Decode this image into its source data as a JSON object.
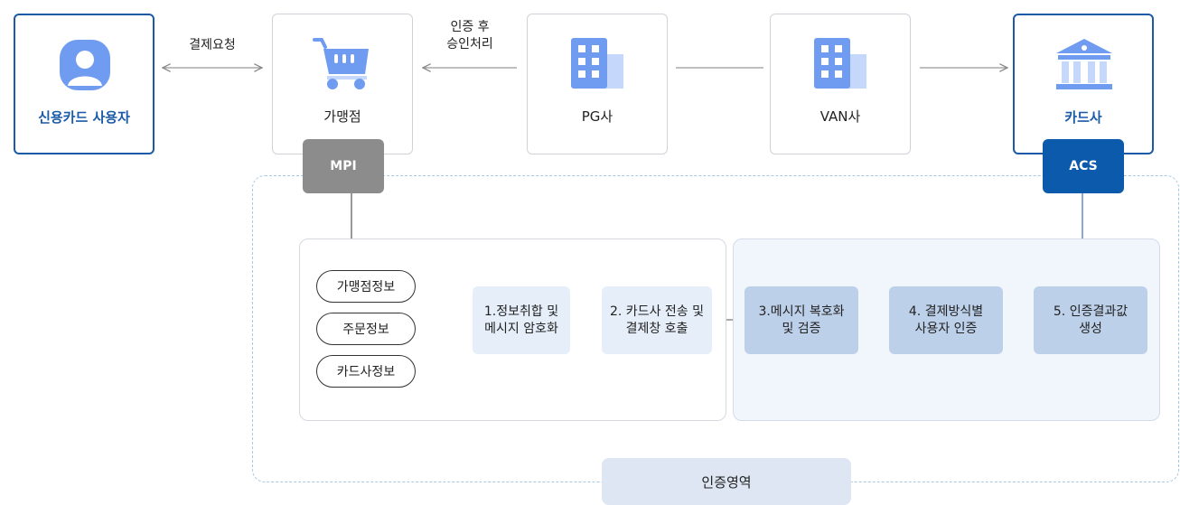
{
  "nodes": {
    "user": {
      "label": "신용카드 사용자"
    },
    "merchant": {
      "label": "가맹점"
    },
    "pg": {
      "label": "PG사"
    },
    "van": {
      "label": "VAN사"
    },
    "card": {
      "label": "카드사"
    }
  },
  "edges": {
    "user_merchant": "결제요청",
    "pg_merchant": "인증 후\n승인처리"
  },
  "tags": {
    "mpi": {
      "label": "MPI",
      "color": "#8c8c8c"
    },
    "acs": {
      "label": "ACS",
      "color": "#0b5aab"
    }
  },
  "inputs": [
    "가맹점정보",
    "주문정보",
    "카드사정보"
  ],
  "steps": [
    {
      "label": "1.정보취합 및\n메시지 암호화"
    },
    {
      "label": "2. 카드사 전송 및\n결제창 호출"
    },
    {
      "label": "3.메시지 복호화\n및 검증"
    },
    {
      "label": "4. 결제방식별\n사용자 인증"
    },
    {
      "label": "5. 인증결과값\n생성"
    }
  ],
  "zone": {
    "label": "인증영역"
  },
  "icons": {
    "user": "user-avatar-icon",
    "merchant": "shopping-cart-icon",
    "pg": "building-icon",
    "van": "building-icon",
    "card": "bank-icon"
  },
  "colors": {
    "accent": "#1b5aa6",
    "icon": "#6f9bf0",
    "icon_light": "#c5d8fb"
  }
}
